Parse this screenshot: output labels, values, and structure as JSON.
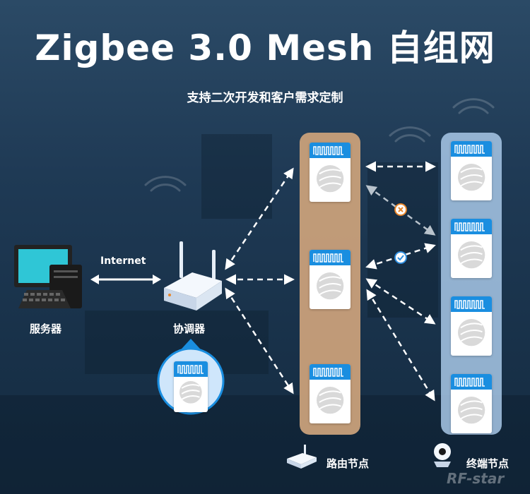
{
  "title": "Zigbee 3.0 Mesh 自组网",
  "subtitle": "支持二次开发和客户需求定制",
  "labels": {
    "server": "服务器",
    "coordinator": "协调器",
    "internet": "Internet",
    "router_nodes": "路由节点",
    "end_nodes": "终端节点"
  },
  "watermark": "RF-star",
  "colors": {
    "router_column": "#c9a07a",
    "end_column": "#a8c8e8",
    "module_antenna": "#1a8ee0",
    "ok_badge": "#2f8fe0",
    "fail_badge": "#e8862a"
  }
}
